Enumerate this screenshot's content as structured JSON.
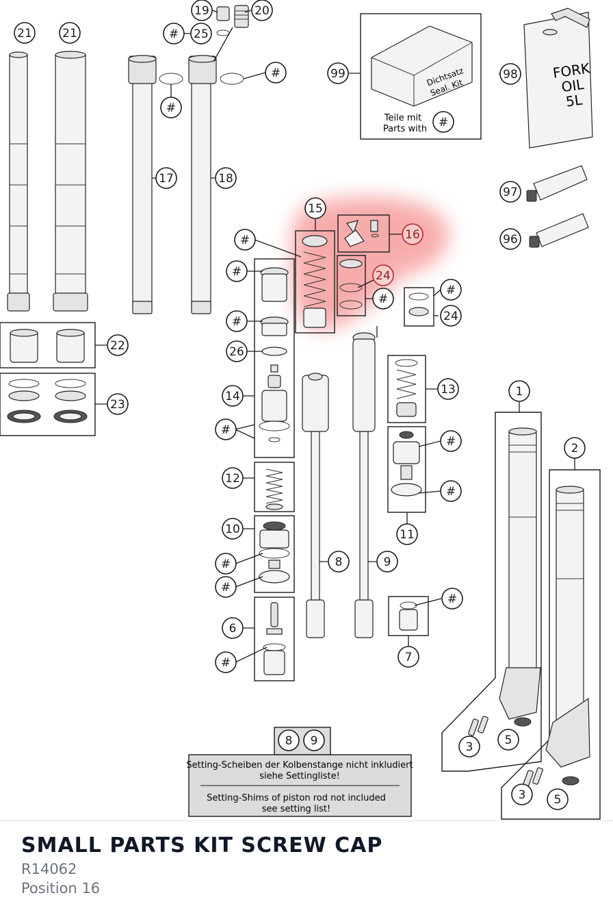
{
  "product": {
    "title": "SMALL PARTS KIT SCREW CAP",
    "part_number": "R14062",
    "position_label": "Position 16"
  },
  "highlight": {
    "position": "16",
    "color": "#f26b6b"
  },
  "seal_kit": {
    "box_text_line1": "Dichtsatz",
    "box_text_line2": "Seal. Kit",
    "label_de": "Teile mit",
    "label_en": "Parts with",
    "marker": "#"
  },
  "fork_oil_can": {
    "line1": "FORK",
    "line2": "OIL",
    "line3": "5L"
  },
  "notice": {
    "ref_a": "8",
    "ref_b": "9",
    "de_line1": "Setting-Scheiben der Kolbenstange nicht inkludiert",
    "de_line2": "siehe Settingliste!",
    "en_line1": "Setting-Shims of piston rod not included",
    "en_line2": "see setting list!"
  },
  "callouts": [
    "21",
    "21",
    "19",
    "20",
    "25",
    "#",
    "#",
    "#",
    "99",
    "98",
    "17",
    "18",
    "97",
    "96",
    "15",
    "16",
    "24",
    "#",
    "#",
    "#",
    "#",
    "24",
    "22",
    "26",
    "#",
    "23",
    "14",
    "13",
    "#",
    "1",
    "2",
    "#",
    "12",
    "#",
    "11",
    "10",
    "#",
    "8",
    "9",
    "#",
    "#",
    "6",
    "#",
    "7",
    "3",
    "5",
    "3",
    "5"
  ]
}
